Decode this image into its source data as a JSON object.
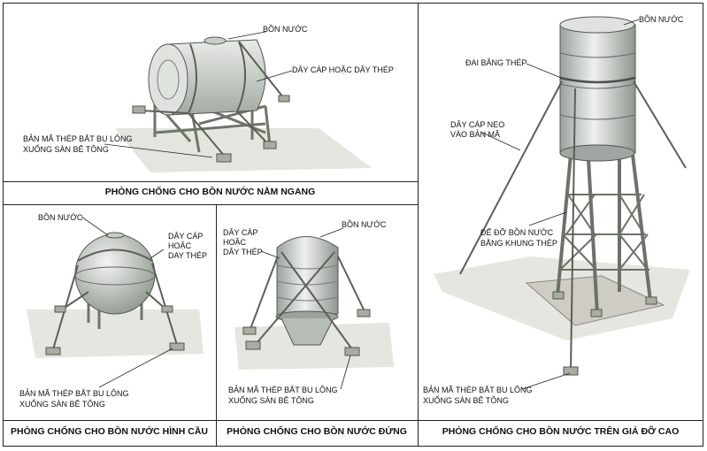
{
  "colors": {
    "border": "#222222",
    "tank": "#cfd6d2",
    "steel": "#7d8579",
    "ground": "#d9dcd4",
    "concrete": "#c9c7bd"
  },
  "panel_horizontal": {
    "caption": "PHÒNG CHỐNG CHO BỒN NƯỚC NẰM NGANG",
    "label_tank": "BỒN NƯỚC",
    "label_cable": "DÂY CÁP HOẶC DÂY THÉP",
    "label_plate_1": "BẢN MÃ THÉP BẮT BU LÔNG",
    "label_plate_2": "XUỐNG SÀN BÊ TÔNG"
  },
  "panel_spherical": {
    "caption": "PHÒNG CHỐNG CHO BỒN NƯỚC HÌNH CẦU",
    "label_tank": "BỒN NƯỚC",
    "label_cable_1": "DÂY CÁP",
    "label_cable_2": "HOẶC",
    "label_cable_3": "DAY THÉP",
    "label_plate_1": "BẢN MÃ THÉP BẮT BU LÔNG",
    "label_plate_2": "XUỐNG SÀN BÊ TÔNG"
  },
  "panel_vertical": {
    "caption": "PHÒNG CHỐNG CHO BỒN NƯỚC ĐỨNG",
    "label_tank": "BỒN NƯỚC",
    "label_cable_1": "DÂY CÁP",
    "label_cable_2": "HOẶC",
    "label_cable_3": "DÂY THÉP",
    "label_plate_1": "BẢN MÃ THÉP BẮT BU LÔNG",
    "label_plate_2": "XUỐNG SÀN BÊ TÔNG"
  },
  "panel_elevated": {
    "caption": "PHÒNG CHỐNG CHO BỒN NƯỚC TRÊN GIÁ ĐỠ CAO",
    "label_tank": "BỒN NƯỚC",
    "label_band": "ĐAI BĂNG THÉP",
    "label_anchor_1": "DÂY CÁP NEO",
    "label_anchor_2": "VÀO BẢN MÃ",
    "label_frame_1": "ĐẾ ĐỠ BỒN NƯỚC",
    "label_frame_2": "BẰNG KHUNG THÉP",
    "label_plate_1": "BẢN MÃ THÉP BẮT BU LÔNG",
    "label_plate_2": "XUỐNG SÀN BÊ TÔNG"
  }
}
